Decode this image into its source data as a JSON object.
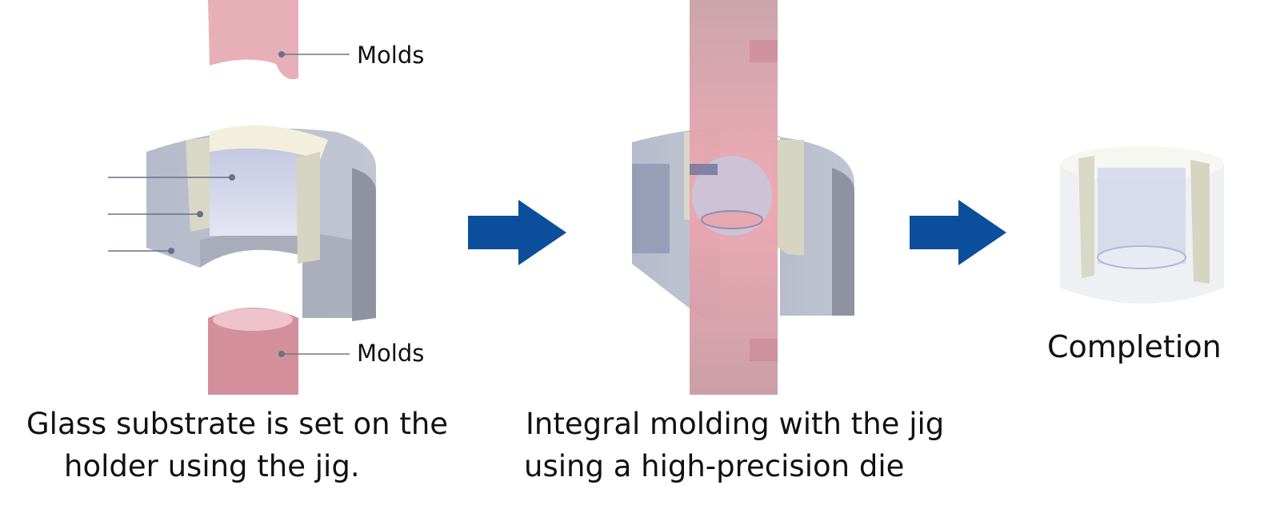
{
  "step1": {
    "mold_top_label": "Molds",
    "mold_bottom_label": "Molds",
    "caption_line1": "Glass substrate is set on the",
    "caption_line2": "holder using the jig."
  },
  "step2": {
    "caption_line1": "Integral molding with the jig",
    "caption_line2": "using a high-precision die"
  },
  "step3": {
    "label": "Completion"
  },
  "colors": {
    "arrow": "#0b4f9c",
    "mold": "#e7a7b0",
    "holder": "#b7bccb",
    "jig": "#d9d8c6"
  },
  "icons": [
    "right-arrow-icon",
    "right-arrow-icon"
  ]
}
